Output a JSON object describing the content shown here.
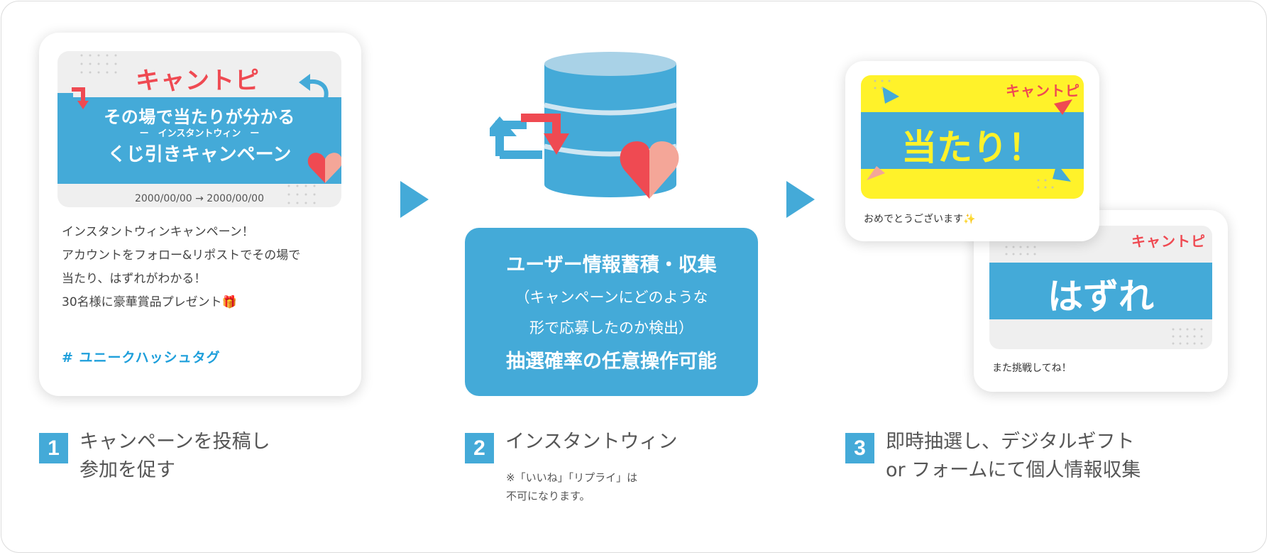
{
  "step1": {
    "banner": {
      "logo": "キャントピ",
      "headline": "その場で当たりが分かる",
      "subline": "ー　インスタントウィン　ー",
      "headline2": "くじ引きキャンペーン",
      "dates": "2000/00/00 → 2000/00/00"
    },
    "post_lines": [
      "インスタントウィンキャンペーン！",
      "アカウントをフォロー&リポストでその場で",
      "当たり、はずれがわかる！",
      "30名様に豪華賞品プレゼント🎁"
    ],
    "hashtag": "# ユニークハッシュタグ",
    "number": "1",
    "title_lines": [
      "キャンペーンを投稿し",
      "参加を促す"
    ]
  },
  "step2": {
    "box_lines": [
      "ユーザー情報蓄積・収集",
      "（キャンペーンにどのような",
      "形で応募したのか検出）",
      "抽選確率の任意操作可能"
    ],
    "number": "2",
    "title": "インスタントウィン",
    "note_lines": [
      "※「いいね」「リプライ」は",
      "不可になります。"
    ]
  },
  "step3": {
    "win": {
      "logo": "キャントピ",
      "text": "当たり！",
      "caption": "おめでとうございます✨"
    },
    "lose": {
      "logo": "キャントピ",
      "text": "はずれ",
      "caption": "また挑戦してね！"
    },
    "number": "3",
    "title_lines": [
      "即時抽選し、デジタルギフト",
      "or フォームにて個人情報収集"
    ]
  },
  "colors": {
    "accent_blue": "#44aad8",
    "hashtag_blue": "#1e9fdb",
    "heart_red": "#ef4a52",
    "heart_pink": "#f4a698",
    "win_yellow": "#fff22a"
  }
}
